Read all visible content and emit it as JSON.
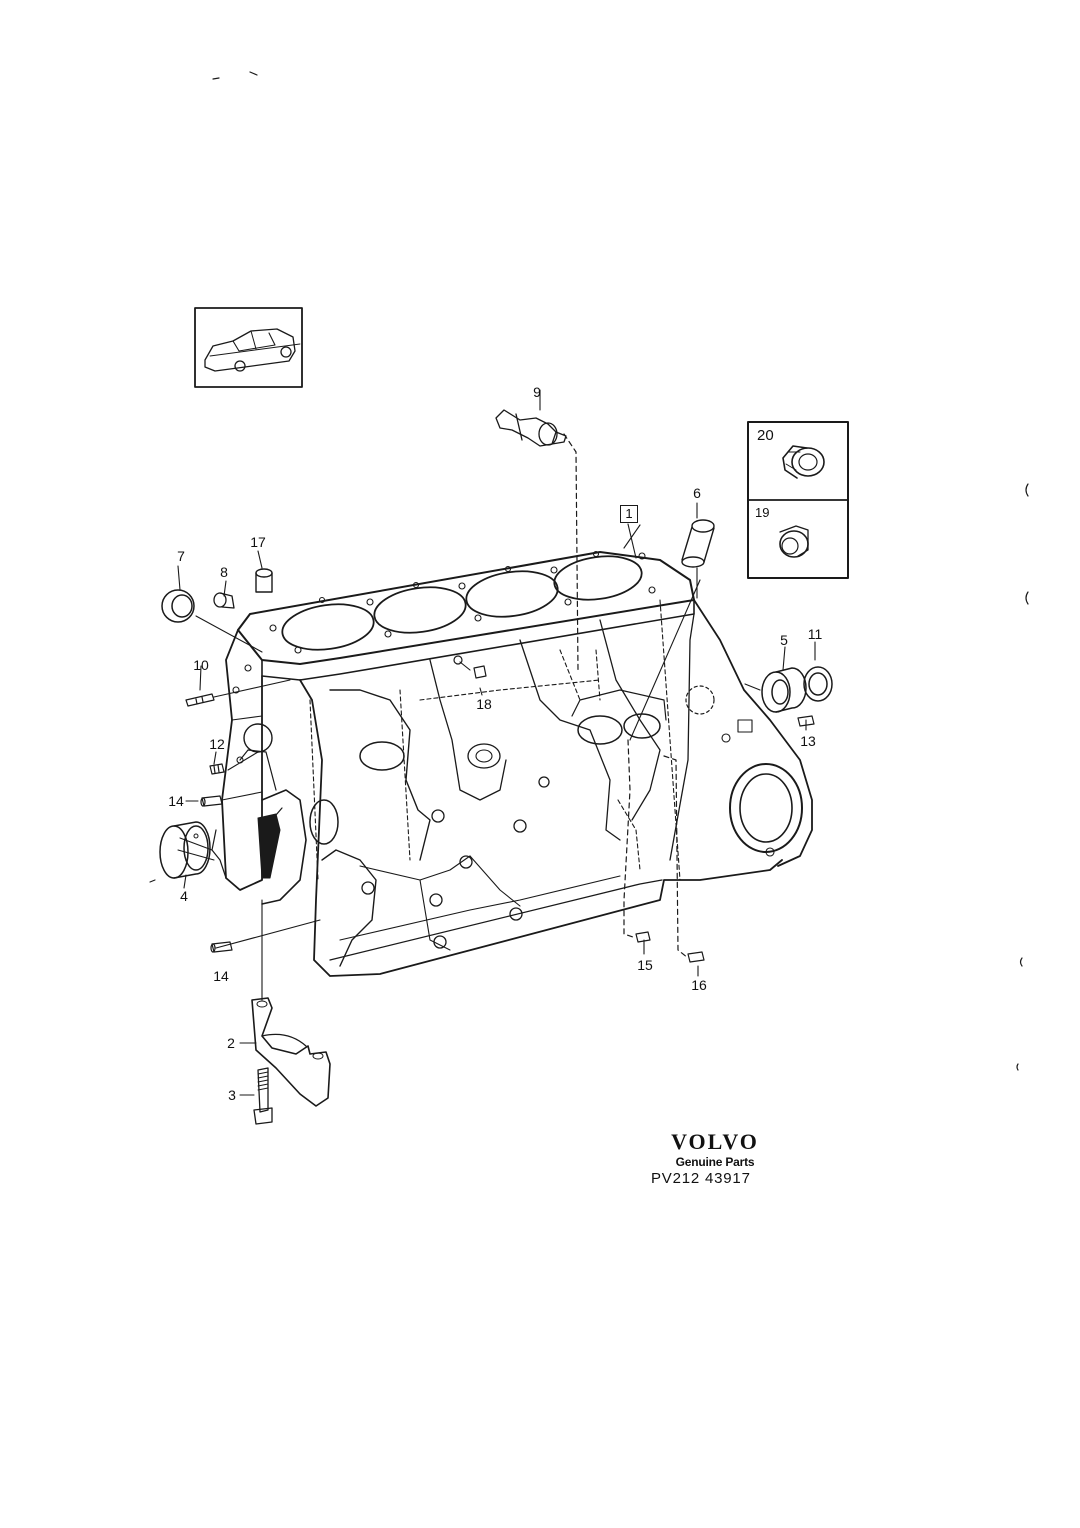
{
  "callouts": {
    "c1": "1",
    "c2": "2",
    "c3": "3",
    "c4": "4",
    "c5": "5",
    "c6": "6",
    "c7": "7",
    "c8": "8",
    "c9": "9",
    "c10": "10",
    "c11": "11",
    "c12": "12",
    "c13": "13",
    "c14a": "14",
    "c14b": "14",
    "c15": "15",
    "c16": "16",
    "c17": "17",
    "c18": "18",
    "c19": "19",
    "c20": "20"
  },
  "brand": {
    "logo": "VOLVO",
    "subtitle": "Genuine Parts",
    "part_number": "PV212 43917"
  },
  "icons": [
    "car-thumbnail-icon",
    "plug-20-icon",
    "plug-19-icon",
    "engine-block-drawing"
  ]
}
